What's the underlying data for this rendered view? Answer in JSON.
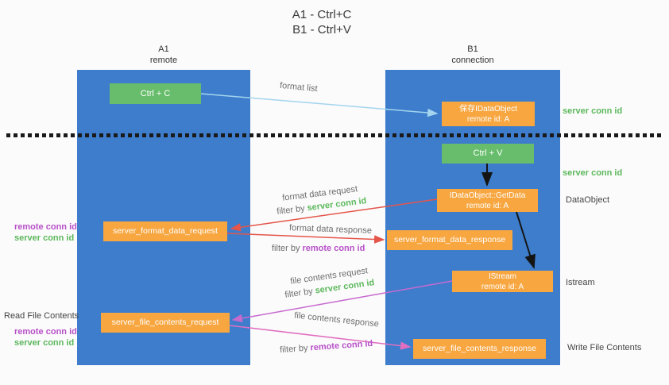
{
  "title": {
    "line1": "A1 - Ctrl+C",
    "line2": "B1 - Ctrl+V"
  },
  "lanes": {
    "left": {
      "name": "A1",
      "subtitle": "remote"
    },
    "right": {
      "name": "B1",
      "subtitle": "connection"
    }
  },
  "nodes": {
    "ctrl_c": {
      "label": "Ctrl + C"
    },
    "ctrl_v": {
      "label": "Ctrl + V"
    },
    "save_dataobject": {
      "line1": "保存IDataObject",
      "line2": "remote id: A"
    },
    "getdata": {
      "line1": "IDataObject::GetData",
      "line2": "remote id: A"
    },
    "istream": {
      "line1": "IStream",
      "line2": "remote id: A"
    },
    "format_request": {
      "label": "server_format_data_request"
    },
    "format_response": {
      "label": "server_format_data_response"
    },
    "file_request": {
      "label": "server_file_contents_request"
    },
    "file_response": {
      "label": "server_file_contents_response"
    }
  },
  "edge_labels": {
    "format_list": "format list",
    "format_data_request": "format data request",
    "format_data_response": "format data response",
    "file_contents_request": "file contents request",
    "file_contents_response": "file contents response",
    "filter_by": "filter by",
    "server_conn_id": "server conn id",
    "remote_conn_id": "remote conn id"
  },
  "annotations": {
    "server_conn_id_top": "server conn id",
    "server_conn_id_mid": "server conn id",
    "dataobject": "DataObject",
    "istream": "Istream",
    "read_file_contents": "Read File Contents",
    "write_file_contents": "Write File Contents",
    "remote_conn_id_left1": "remote conn id",
    "server_conn_id_left1": "server conn id",
    "remote_conn_id_left2": "remote conn id",
    "server_conn_id_left2": "server conn id"
  },
  "colors": {
    "lane_blue": "#3d7dcc",
    "box_green": "#67bd6b",
    "box_orange": "#f7a640",
    "green_text": "#5cb85c",
    "purple_text": "#b750c8",
    "arrow_red": "#e5554a",
    "arrow_magenta": "#c76ace",
    "arrow_pink": "#e06fc0",
    "arrow_lightblue": "#a3d5ee",
    "arrow_black": "#141414"
  }
}
